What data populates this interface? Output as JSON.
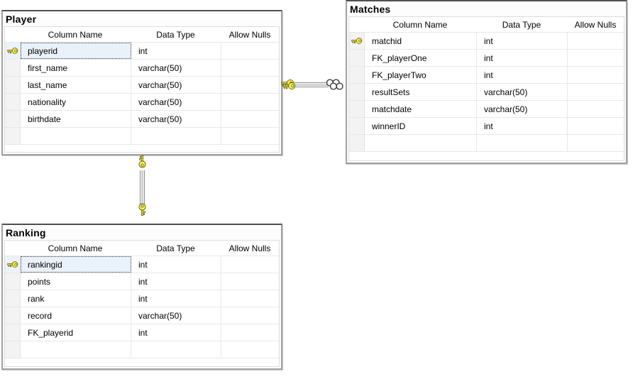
{
  "tables": [
    {
      "title": "Player",
      "headers": [
        "Column Name",
        "Data Type",
        "Allow Nulls"
      ],
      "rows": [
        {
          "column_name": "playerid",
          "data_type": "int",
          "allow_nulls": "",
          "primary_key": true,
          "selected": true
        },
        {
          "column_name": "first_name",
          "data_type": "varchar(50)",
          "allow_nulls": ""
        },
        {
          "column_name": "last_name",
          "data_type": "varchar(50)",
          "allow_nulls": ""
        },
        {
          "column_name": "nationality",
          "data_type": "varchar(50)",
          "allow_nulls": ""
        },
        {
          "column_name": "birthdate",
          "data_type": "varchar(50)",
          "allow_nulls": ""
        },
        {
          "column_name": "",
          "data_type": "",
          "allow_nulls": ""
        }
      ]
    },
    {
      "title": "Matches",
      "headers": [
        "Column Name",
        "Data Type",
        "Allow Nulls"
      ],
      "rows": [
        {
          "column_name": "matchid",
          "data_type": "int",
          "allow_nulls": "",
          "primary_key": true
        },
        {
          "column_name": "FK_playerOne",
          "data_type": "int",
          "allow_nulls": ""
        },
        {
          "column_name": "FK_playerTwo",
          "data_type": "int",
          "allow_nulls": ""
        },
        {
          "column_name": "resultSets",
          "data_type": "varchar(50)",
          "allow_nulls": ""
        },
        {
          "column_name": "matchdate",
          "data_type": "varchar(50)",
          "allow_nulls": ""
        },
        {
          "column_name": "winnerID",
          "data_type": "int",
          "allow_nulls": ""
        },
        {
          "column_name": "",
          "data_type": "",
          "allow_nulls": ""
        }
      ]
    },
    {
      "title": "Ranking",
      "headers": [
        "Column Name",
        "Data Type",
        "Allow Nulls"
      ],
      "rows": [
        {
          "column_name": "rankingid",
          "data_type": "int",
          "allow_nulls": "",
          "primary_key": true,
          "selected": true
        },
        {
          "column_name": "points",
          "data_type": "int",
          "allow_nulls": ""
        },
        {
          "column_name": "rank",
          "data_type": "int",
          "allow_nulls": ""
        },
        {
          "column_name": "record",
          "data_type": "varchar(50)",
          "allow_nulls": ""
        },
        {
          "column_name": "FK_playerid",
          "data_type": "int",
          "allow_nulls": ""
        },
        {
          "column_name": "",
          "data_type": "",
          "allow_nulls": ""
        }
      ]
    }
  ],
  "relationships": [
    {
      "from_table": "Player",
      "to_table": "Matches",
      "from_marker": "key-icon",
      "to_marker": "infinity-icon",
      "overlapping_lines": 2
    },
    {
      "from_table": "Player",
      "to_table": "Ranking",
      "from_marker": "key-icon",
      "to_marker": "key-icon",
      "overlapping_lines": 1
    }
  ],
  "colors": {
    "key_yellow": "#f8ef3e",
    "selected_row_bg": "#e9f1fa",
    "window_border": "#a0a0a0",
    "window_border_top": "#4f4f4f",
    "grid_line": "#e8e8e8"
  }
}
